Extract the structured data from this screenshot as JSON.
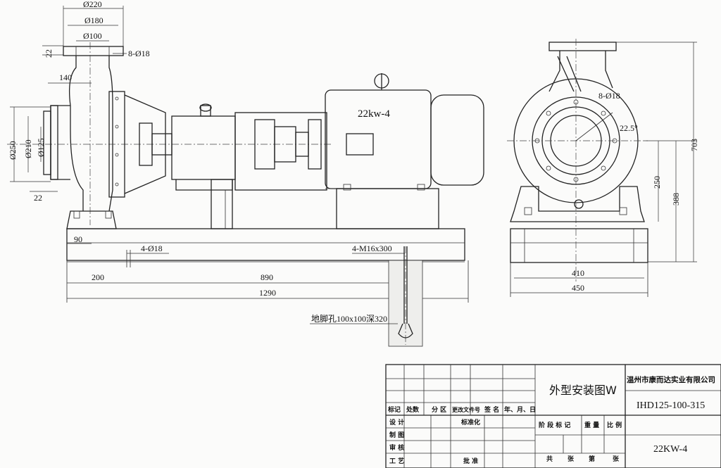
{
  "front_view": {
    "dims": {
      "d220": "Ø220",
      "d180": "Ø180",
      "d100": "Ø100",
      "holes_top": "8-Ø18",
      "h22_top": "22",
      "h140": "140",
      "d250": "Ø250",
      "d210": "Ø210",
      "d125": "Ø125",
      "h22_bottom": "22",
      "w90": "90",
      "anchor_holes": "4-Ø18",
      "bolts": "4-M16x300",
      "w200": "200",
      "w890": "890",
      "w1290": "1290",
      "foundation_hole": "地脚孔100x100深320"
    },
    "motor_label": "22kw-4"
  },
  "side_view": {
    "dims": {
      "holes": "8-Ø18",
      "angle": "22.5°",
      "h250": "250",
      "h388": "388",
      "h703": "703",
      "w410": "410",
      "w450": "450"
    }
  },
  "title_block": {
    "drawing_title": "外型安装图W",
    "company": "温州市康而达实业有限公司",
    "model": "IHD125-100-315",
    "power": "22KW-4",
    "row_labels": {
      "mark": "标记",
      "count": "处数",
      "zone": "分 区",
      "change_doc": "更改文件号",
      "sign": "签 名",
      "date": "年、月、日",
      "design": "设 计",
      "drawing": "制 图",
      "review": "审 核",
      "process": "工 艺",
      "standardize": "标准化",
      "approve": "批 准",
      "stage_mark": "阶 段 标 记",
      "weight": "重 量",
      "scale": "比 例",
      "total": "共",
      "sheets": "张",
      "sheet_no": "第",
      "sheet": "张"
    }
  }
}
